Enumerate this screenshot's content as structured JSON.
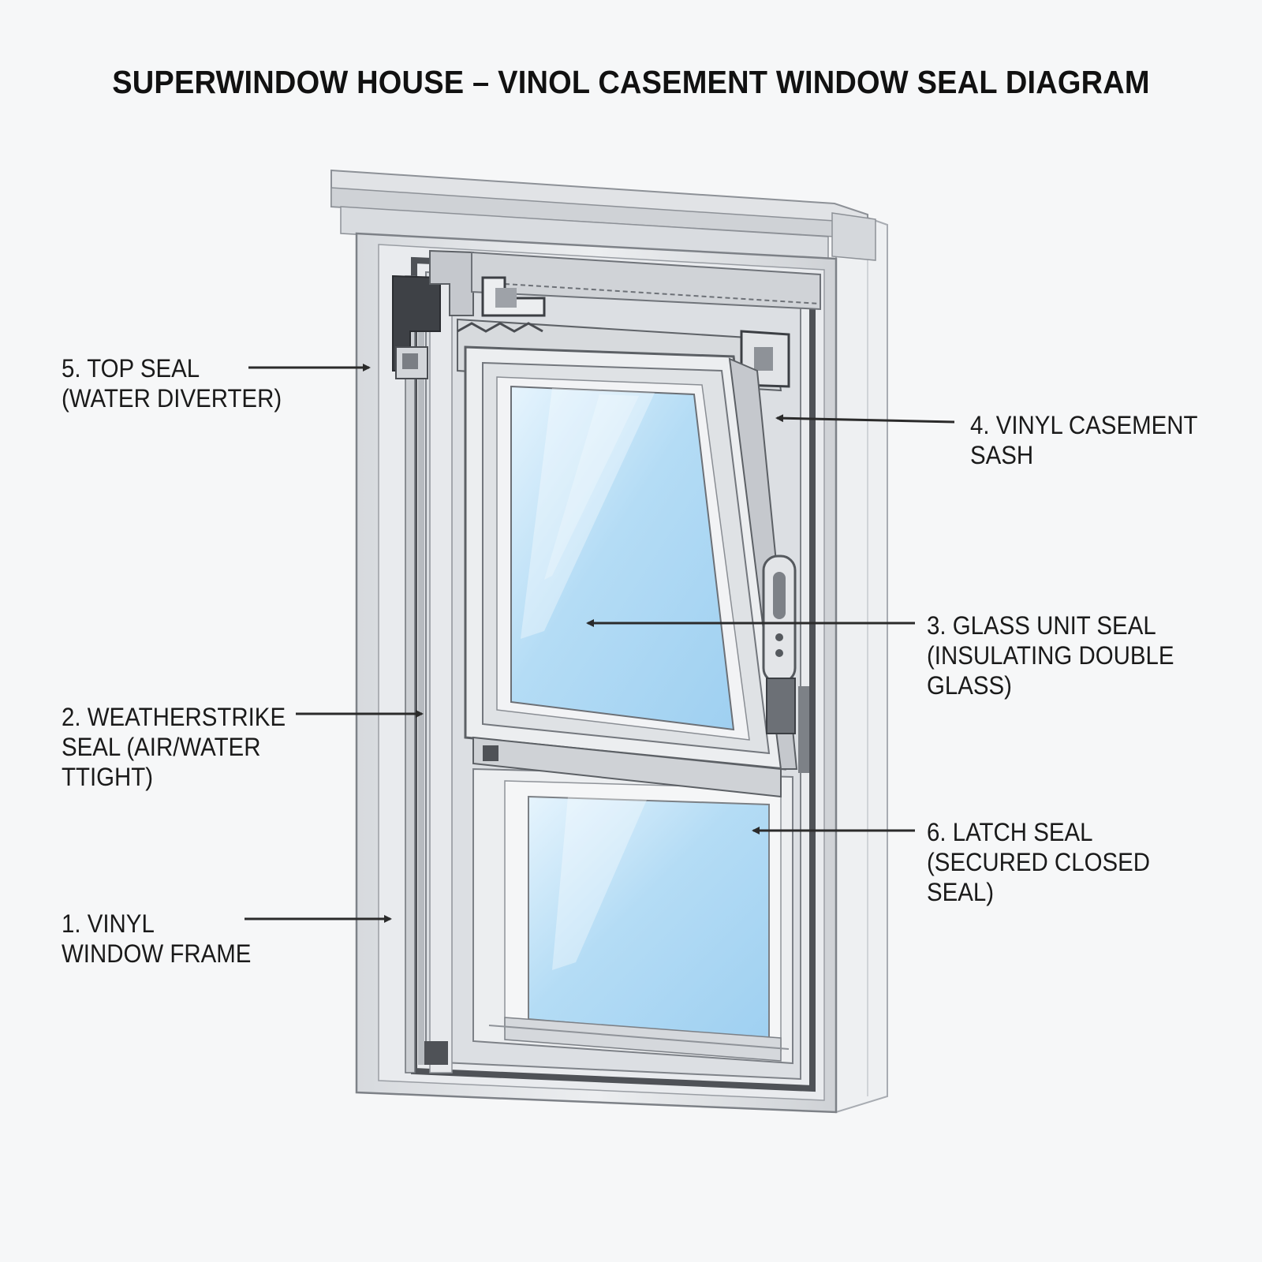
{
  "title": "SUPERWINDOW HOUSE – VINOL CASEMENT WINDOW SEAL DIAGRAM",
  "callouts": {
    "top_seal": {
      "line1": "5. TOP SEAL",
      "line2": "(WATER DIVERTER)"
    },
    "casement_sash": {
      "line1": "4. VINYL CASEMENT",
      "line2": "SASH"
    },
    "glass_unit_seal": {
      "line1": "3. GLASS UNIT SEAL",
      "line2": "(INSULATING DOUBLE",
      "line3": "GLASS)"
    },
    "weatherstrike_seal": {
      "line1": "2. WEATHERSTRIKE",
      "line2": "SEAL (AIR/WATER",
      "line3": "TTIGHT)"
    },
    "latch_seal": {
      "line1": "6. LATCH SEAL",
      "line2": "(SECURED CLOSED",
      "line3": "SEAL)"
    },
    "window_frame": {
      "line1": "1. VINYL",
      "line2": "WINDOW FRAME"
    }
  },
  "colors": {
    "background": "#f6f7f8",
    "frame_light": "#e4e6e9",
    "frame_mid": "#c9ccd1",
    "frame_dark": "#595c61",
    "glass_light": "#dff0fb",
    "glass_blue": "#a9d6f3",
    "arrow": "#2b2b2b"
  }
}
